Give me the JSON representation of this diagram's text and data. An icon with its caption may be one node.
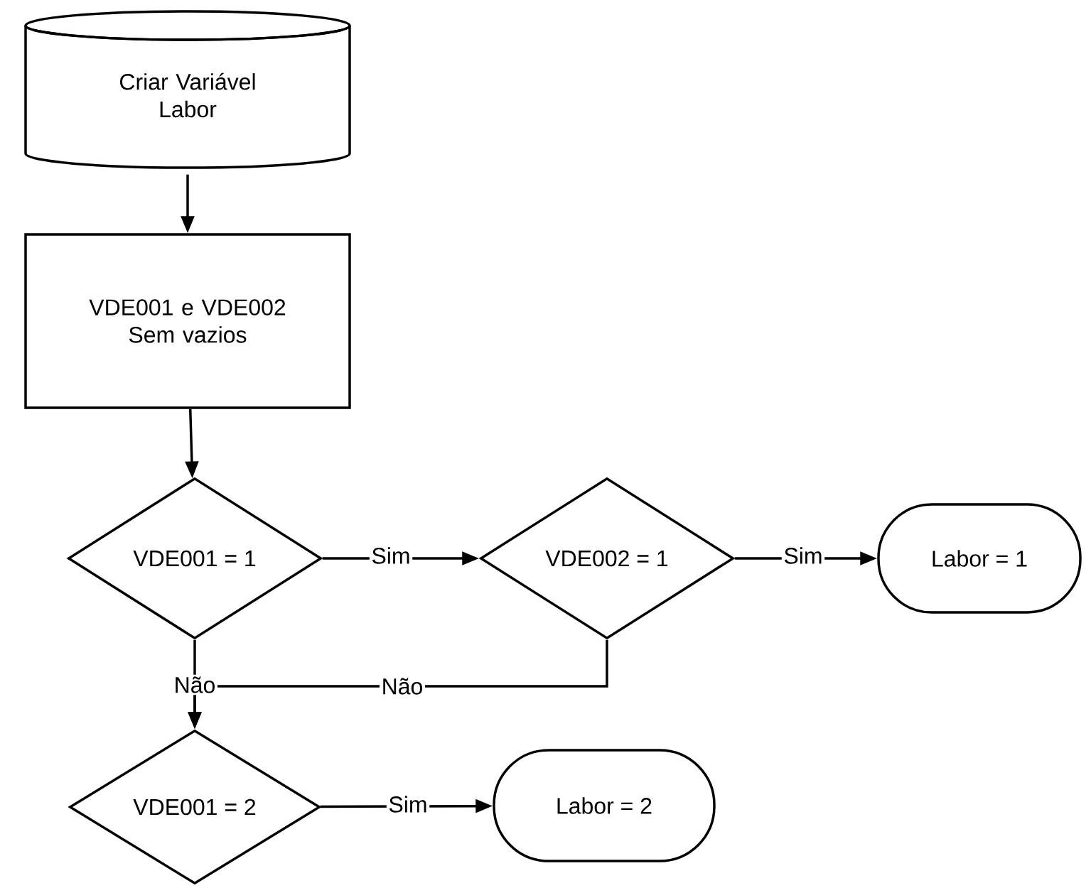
{
  "diagram": {
    "nodes": [
      {
        "text": [
          "Criar Variável Labor"
        ]
      },
      {
        "text": [
          "VDE001 e VDE002 Sem vazios"
        ]
      },
      {
        "text": [
          "VDE001 = 1"
        ]
      },
      {
        "text": [
          "VDE002 = 1"
        ]
      },
      {
        "text": [
          "Labor = 1"
        ]
      },
      {
        "text": [
          "VDE001 = 2"
        ]
      },
      {
        "text": [
          "Labor = 2"
        ]
      }
    ],
    "edges": [
      {
        "from": 0,
        "to": 1,
        "arrow": "to"
      },
      {
        "from": 1,
        "to": 2,
        "arrow": "to"
      },
      {
        "from": 2,
        "to": 3,
        "arrow": "to",
        "label": "Sim"
      },
      {
        "from": 3,
        "to": 4,
        "arrow": "to",
        "label": "Sim"
      },
      {
        "from": 2,
        "to": 5,
        "arrow": "to",
        "label": "Não"
      },
      {
        "from": 3,
        "to": 5,
        "arrow": "to",
        "label": "Não"
      },
      {
        "from": 5,
        "to": 6,
        "arrow": "to",
        "label": "Sim"
      }
    ]
  }
}
